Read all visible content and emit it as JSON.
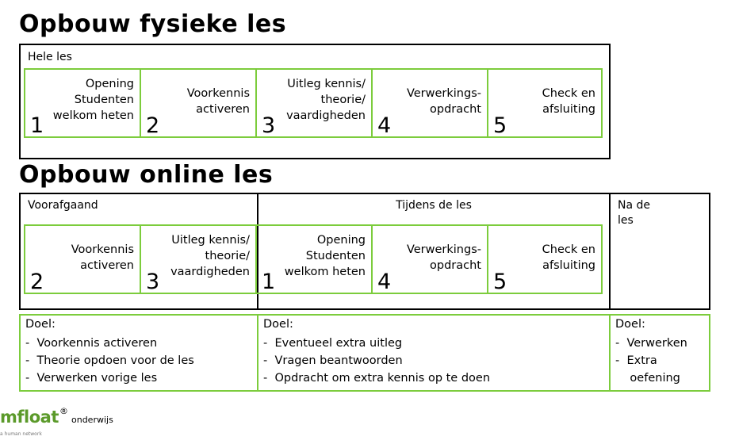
{
  "physical": {
    "title": "Opbouw fysieke les",
    "section_label": "Hele les",
    "steps": [
      {
        "number": "1",
        "text": "Opening\nStudenten\nwelkom heten"
      },
      {
        "number": "2",
        "text": "Voorkennis\nactiveren"
      },
      {
        "number": "3",
        "text": "Uitleg kennis/\ntheorie/\nvaardigheden"
      },
      {
        "number": "4",
        "text": "Verwerkings-\nopdracht"
      },
      {
        "number": "5",
        "text": "Check en\nafsluiting"
      }
    ]
  },
  "online": {
    "title": "Opbouw online les",
    "sections": {
      "before": "Voorafgaand",
      "during": "Tijdens de les",
      "after": "Na de\nles"
    },
    "steps": [
      {
        "number": "2",
        "text": "Voorkennis\nactiveren"
      },
      {
        "number": "3",
        "text": "Uitleg kennis/\ntheorie/\nvaardigheden"
      },
      {
        "number": "1",
        "text": "Opening\nStudenten\nwelkom heten"
      },
      {
        "number": "4",
        "text": "Verwerkings-\nopdracht"
      },
      {
        "number": "5",
        "text": "Check en\nafsluiting"
      }
    ],
    "goals": [
      {
        "title": "Doel:",
        "items": [
          "-  Voorkennis activeren",
          "-  Theorie opdoen voor de les",
          "-  Verwerken vorige les"
        ]
      },
      {
        "title": "Doel:",
        "items": [
          "-  Eventueel extra uitleg",
          "-  Vragen beantwoorden",
          "-  Opdracht om extra kennis op te doen"
        ]
      },
      {
        "title": "Doel:",
        "items": [
          "-  Verwerken",
          "-  Extra",
          "    oefening"
        ]
      }
    ]
  },
  "logo": {
    "brand": "mfloat",
    "registered": "®",
    "sub": "onderwijs",
    "tagline": "a human network"
  },
  "colors": {
    "accent": "#7ccc3c",
    "border": "#000000",
    "brand": "#5b9a2a"
  }
}
